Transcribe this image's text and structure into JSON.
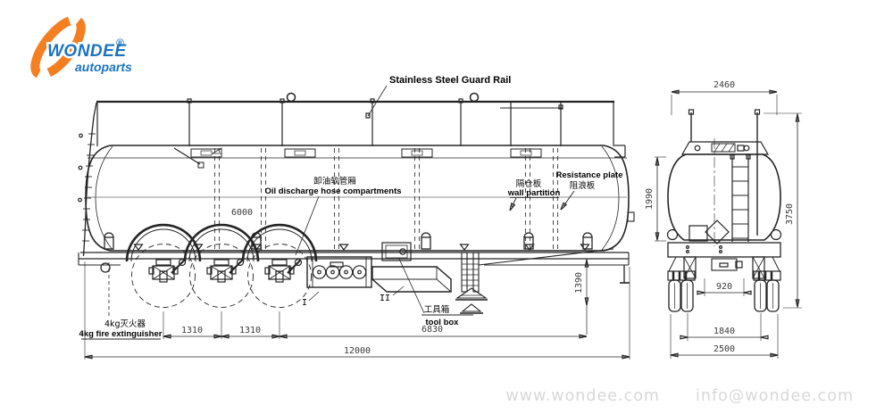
{
  "logo": {
    "brand": "WONDEE",
    "registered_mark": "®",
    "subtitle": "autoparts"
  },
  "drawing": {
    "side_view": {
      "labels": {
        "guard_rail_en": "Stainless Steel Guard Rail",
        "hose_compartments_cn": "卸油软管厢",
        "hose_compartments_en": "Oil discharge hose compartments",
        "wall_partition_cn": "隔仓板",
        "wall_partition_en": "wall partition",
        "resistance_plate_en": "Resistance plate",
        "resistance_plate_cn": "阻浪板",
        "tool_box_cn": "工具箱",
        "tool_box_en": "tool box",
        "fire_extinguisher_cn": "4kg灭火器",
        "fire_extinguisher_en": "4kg fire extinguisher",
        "section_mark_1": "I",
        "section_mark_2": "II"
      },
      "dimensions": {
        "tank_length": "6000",
        "axle_spacing_1": "1310",
        "axle_spacing_2": "1310",
        "rear_span": "6830",
        "overall_length": "12000",
        "rear_frame_height": "1390"
      }
    },
    "rear_view": {
      "dimensions": {
        "guard_rail_width": "2460",
        "tank_height": "1990",
        "overall_height": "3750",
        "frame_rail_spacing": "920",
        "track_width": "1840",
        "overall_width": "2500"
      }
    }
  },
  "watermark": {
    "website": "www.wondee.com",
    "email": "info@wondee.com"
  },
  "colors": {
    "line": "#242424",
    "logo_orange": "#F47E20",
    "logo_blue": "#1A73BE",
    "watermark_gray": "#d8d8d8"
  }
}
